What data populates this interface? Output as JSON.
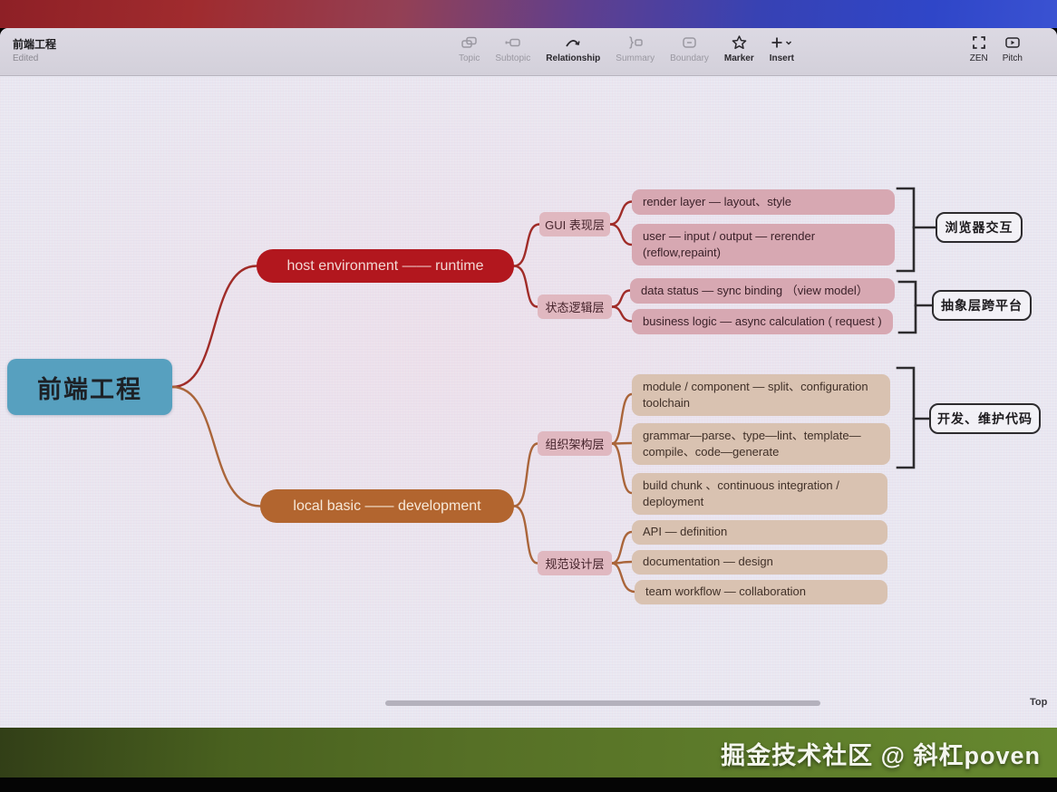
{
  "wallpaper": {
    "watermark": "掘金技术社区 @ 斜杠poven"
  },
  "window": {
    "doc_title": "前端工程",
    "doc_status": "Edited",
    "toolbar": {
      "items": [
        {
          "label": "Topic",
          "state": "disabled"
        },
        {
          "label": "Subtopic",
          "state": "disabled"
        },
        {
          "label": "Relationship",
          "state": "enabled"
        },
        {
          "label": "Summary",
          "state": "disabled"
        },
        {
          "label": "Boundary",
          "state": "disabled"
        },
        {
          "label": "Marker",
          "state": "enabled"
        },
        {
          "label": "Insert",
          "state": "enabled"
        }
      ]
    },
    "view_controls": {
      "zen": "ZEN",
      "pitch": "Pitch"
    },
    "statusbar": {
      "right_text": "Top"
    }
  },
  "mindmap": {
    "colors": {
      "root_bg": "#57a0bf",
      "host_bg": "#b2171e",
      "local_bg": "#b2652f",
      "label_bg": "#e0b8c0",
      "pink_bg": "#d7a8b2",
      "tan_bg": "#d9c2b1",
      "line_red": "#a02c28",
      "line_orange": "#aa653a",
      "summary_border": "#2d2b2e"
    },
    "nodes": {
      "root": "前端工程",
      "host": "host environment —— runtime",
      "local": "local basic —— development",
      "gui": "GUI 表现层",
      "state": "状态逻辑层",
      "org": "组织架构层",
      "spec": "规范设计层",
      "render": "render layer — layout、style",
      "user": "user — input / output — rerender\n(reflow,repaint)",
      "data": "data status — sync binding （view model）",
      "business": "business logic — async calculation ( request )",
      "module": "module / component — split、configuration toolchain",
      "grammar": "grammar—parse、type—lint、template—compile、code—generate",
      "build": "build chunk 、continuous integration / deployment",
      "api": "API — definition",
      "doc": "documentation — design",
      "team": "team workflow — collaboration",
      "summary_browser": "浏览器交互",
      "summary_abstract": "抽象层跨平台",
      "summary_dev": "开发、维护代码"
    }
  }
}
